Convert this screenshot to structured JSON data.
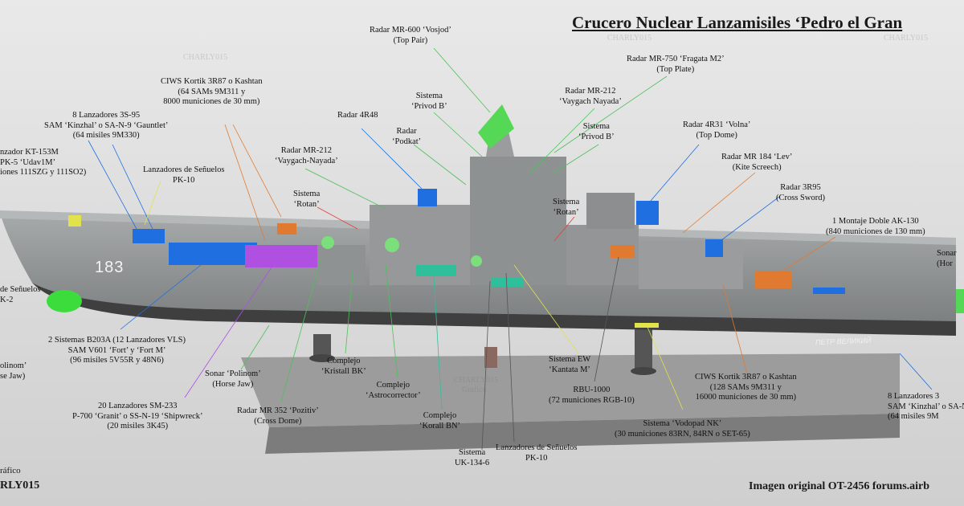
{
  "title": "Crucero Nuclear Lanzamisiles ‘Pedro el Gran",
  "hull_number": "183",
  "ship_name": "ПЕТР ВЕЛИКИЙ",
  "watermark": "CHARLY015",
  "watermark_sub": "Grafico",
  "credit_left": [
    "ráfico",
    "RLY015"
  ],
  "credit_right": "Imagen original OT-2456 forums.airb",
  "colors": {
    "background": "#dedede",
    "hull": "#8f9293",
    "underwater_hull": "#3d3d3d",
    "deck": "#9a9d9f",
    "base": "#a8a8a8",
    "highlight_green": "#4ec05a",
    "highlight_blue": "#1f6fe0",
    "highlight_purple": "#b050e0",
    "highlight_orange": "#e07a30",
    "highlight_teal": "#2fbf9a",
    "highlight_yellow": "#e2e24a"
  },
  "labels": [
    {
      "id": "mr600",
      "lines": [
        "Radar MR-600 ‘Vosjod’",
        "(Top Pair)"
      ]
    },
    {
      "id": "mr750",
      "lines": [
        "Radar MR-750 ‘Fragata M2’",
        "(Top Plate)"
      ]
    },
    {
      "id": "cad_kortik_1",
      "lines": [
        "CIWS Kortik 3R87 o Kashtan",
        "(64 SAMs 9M311 y",
        "8000 municiones de 30 mm)"
      ]
    },
    {
      "id": "privod_b_1",
      "lines": [
        "Sistema",
        "‘Privod B’"
      ]
    },
    {
      "id": "mr212_top",
      "lines": [
        "Radar MR-212",
        "‘Vaygach Nayada’"
      ]
    },
    {
      "id": "lanz3s95_1",
      "lines": [
        "8 Lanzadores 3S-95",
        "SAM ‘Kinzhal’ o SA-N-9 ‘Gauntlet’",
        "(64 misiles 9M330)"
      ]
    },
    {
      "id": "r4r48",
      "lines": [
        "Radar 4R48"
      ]
    },
    {
      "id": "podkat",
      "lines": [
        "Radar",
        "‘Podkat’"
      ]
    },
    {
      "id": "privod_b_2",
      "lines": [
        "Sistema",
        "‘Privod B’"
      ]
    },
    {
      "id": "r4r31",
      "lines": [
        "Radar 4R31 ‘Volna’",
        "(Top Dome)"
      ]
    },
    {
      "id": "kt153",
      "lines": [
        "nzador KT-153M",
        "PK-5 ‘Udav1M’",
        "iones 111SZG y 111SO2)"
      ]
    },
    {
      "id": "pk10_1",
      "lines": [
        "Lanzadores de Señuelos",
        "PK-10"
      ]
    },
    {
      "id": "mr212_mid",
      "lines": [
        "Radar MR-212",
        "‘Vaygach-Nayada’"
      ]
    },
    {
      "id": "mr184",
      "lines": [
        "Radar MR 184 ‘Lev’",
        "(Kite Screech)"
      ]
    },
    {
      "id": "r3r95",
      "lines": [
        "Radar 3R95",
        "(Cross Sword)"
      ]
    },
    {
      "id": "rotan_1",
      "lines": [
        "Sistema",
        "‘Rotan’"
      ]
    },
    {
      "id": "rotan_2",
      "lines": [
        "Sistema",
        "‘Rotan’"
      ]
    },
    {
      "id": "ak130",
      "lines": [
        "1 Montaje Doble AK-130",
        "(840 municiones de 130 mm)"
      ]
    },
    {
      "id": "sonar_right",
      "lines": [
        "Sonar",
        "(Hor"
      ]
    },
    {
      "id": "senuelos_left",
      "lines": [
        "de Señuelos",
        "K-2"
      ]
    },
    {
      "id": "b203a",
      "lines": [
        "2 Sistemas B203A (12 Lanzadores VLS)",
        "SAM V601 ‘Fort’ y ‘Fort M’",
        "(96 misiles 5V55R y 48N6)"
      ]
    },
    {
      "id": "polinom_left",
      "lines": [
        "olinom’",
        "se Jaw)"
      ]
    },
    {
      "id": "kristall",
      "lines": [
        "Complejo",
        "‘Kristall BK’"
      ]
    },
    {
      "id": "astrocorrector",
      "lines": [
        "Complejo",
        "‘Astrocorrector’"
      ]
    },
    {
      "id": "kantata",
      "lines": [
        "Sistema EW",
        "‘Kantata M’"
      ]
    },
    {
      "id": "polinom",
      "lines": [
        "Sonar ‘Polinom’",
        "(Horse Jaw)"
      ]
    },
    {
      "id": "rbu1000",
      "lines": [
        "RBU-1000",
        "(72 municiones RGB-10)"
      ]
    },
    {
      "id": "kortik_2",
      "lines": [
        "CIWS Kortik 3R87 o Kashtan",
        "(128 SAMs 9M311 y",
        "16000 municiones de 30 mm)"
      ]
    },
    {
      "id": "lanz3s95_2",
      "lines": [
        "8 Lanzadores 3",
        "SAM ‘Kinzhal’ o SA-N",
        "(64 misiles 9M"
      ]
    },
    {
      "id": "sm233",
      "lines": [
        "20 Lanzadores SM-233",
        "P-700 ‘Granit’ o SS-N-19 ‘Shipwreck’",
        "(20 misiles 3K45)"
      ]
    },
    {
      "id": "mr352",
      "lines": [
        "Radar MR 352 ‘Pozitiv’",
        "(Cross Dome)"
      ]
    },
    {
      "id": "korall",
      "lines": [
        "Complejo",
        "‘Korall BN’"
      ]
    },
    {
      "id": "vodopad",
      "lines": [
        "Sistema ‘Vodopad NK’",
        "(30 municiones 83RN, 84RN o SET-65)"
      ]
    },
    {
      "id": "uk134",
      "lines": [
        "Sistema",
        "UK-134-6"
      ]
    },
    {
      "id": "pk10_2",
      "lines": [
        "Lanzadores de Señuelos",
        "PK-10"
      ]
    }
  ]
}
